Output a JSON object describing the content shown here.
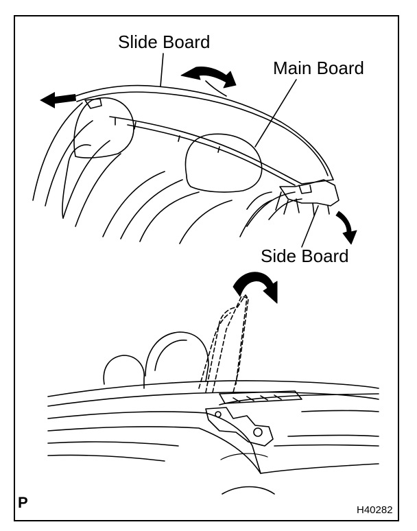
{
  "labels": {
    "slide_board": "Slide Board",
    "main_board": "Main Board",
    "side_board": "Side Board"
  },
  "corner": {
    "left": "P",
    "right": "H40282"
  },
  "colors": {
    "ink": "#000000",
    "paper": "#ffffff"
  }
}
